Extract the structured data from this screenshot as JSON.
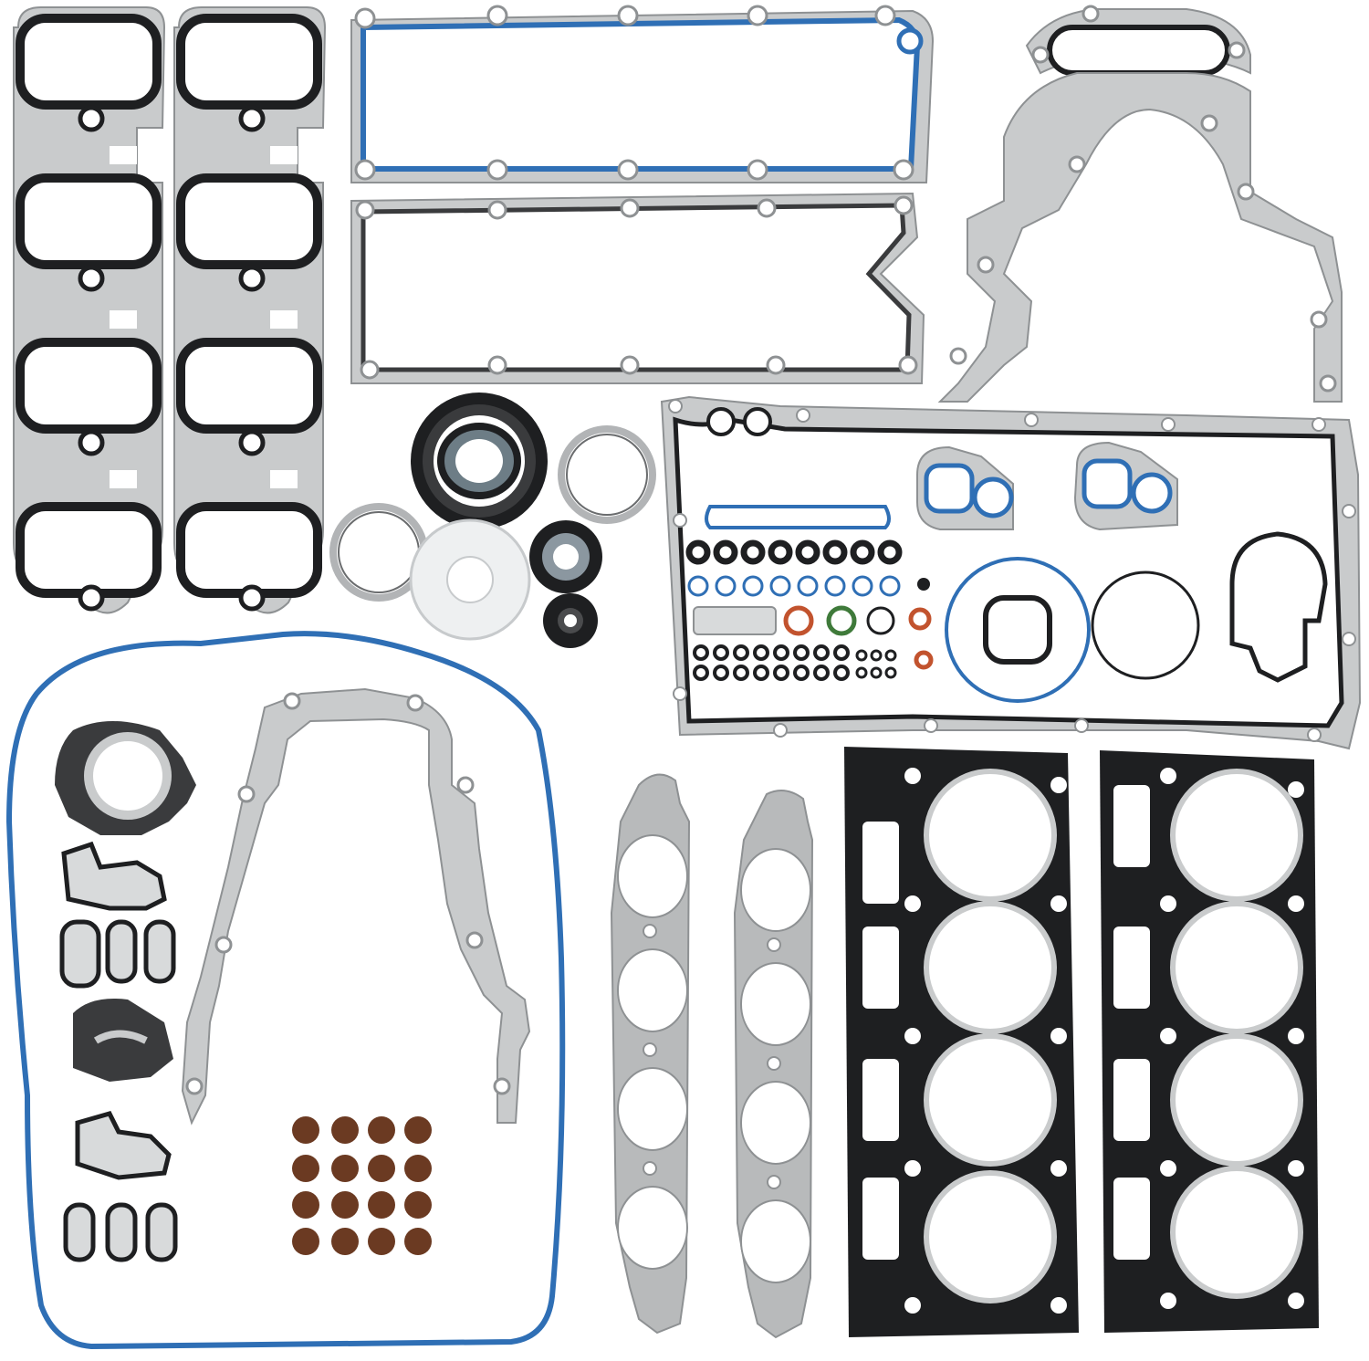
{
  "photo": {
    "background_color": "#ffffff",
    "colors": {
      "steel": "#c9cbcc",
      "steel_edge": "#8e9193",
      "rubber_black": "#1e1f21",
      "blue_seal": "#2f6fb5",
      "brown_seal": "#6b3a22",
      "orange_ring": "#c2532e",
      "green_ring": "#3f7a3a",
      "white_part": "#eef0f1",
      "composite": "#b8babb"
    },
    "parts": [
      {
        "name": "intake-manifold-gasket",
        "count": 2
      },
      {
        "name": "valve-cover-gasket",
        "count": 2
      },
      {
        "name": "rear-main-seal-housing-gasket",
        "count": 1
      },
      {
        "name": "crankshaft-seal",
        "count": 2
      },
      {
        "name": "oil-pan-gasket",
        "count": 1
      },
      {
        "name": "timing-cover-seal",
        "count": 1
      },
      {
        "name": "front-cover-gasket",
        "count": 1
      },
      {
        "name": "water-pump-gasket",
        "count": 1
      },
      {
        "name": "valve-stem-seal",
        "count": 16
      },
      {
        "name": "exhaust-manifold-gasket",
        "count": 2
      },
      {
        "name": "cylinder-head-gasket",
        "count": 2
      }
    ]
  }
}
